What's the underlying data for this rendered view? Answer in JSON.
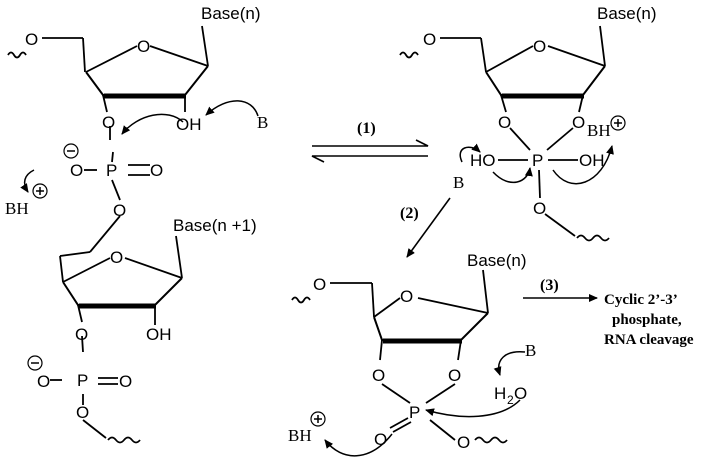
{
  "labels": {
    "base_n": "Base(n)",
    "base_n1": "Base(n +1)",
    "O": "O",
    "OH": "OH",
    "HO": "HO",
    "P": "P",
    "B": "B",
    "BH": "BH",
    "H2O_H": "H",
    "H2O_2": "2",
    "H2O_O": "O",
    "minus": "−",
    "plus": "+"
  },
  "steps": {
    "step1": "(1)",
    "step2": "(2)",
    "step3": "(3)"
  },
  "result": {
    "line1": "Cyclic 2’-3’",
    "line2": "phosphate,",
    "line3": "RNA cleavage"
  }
}
